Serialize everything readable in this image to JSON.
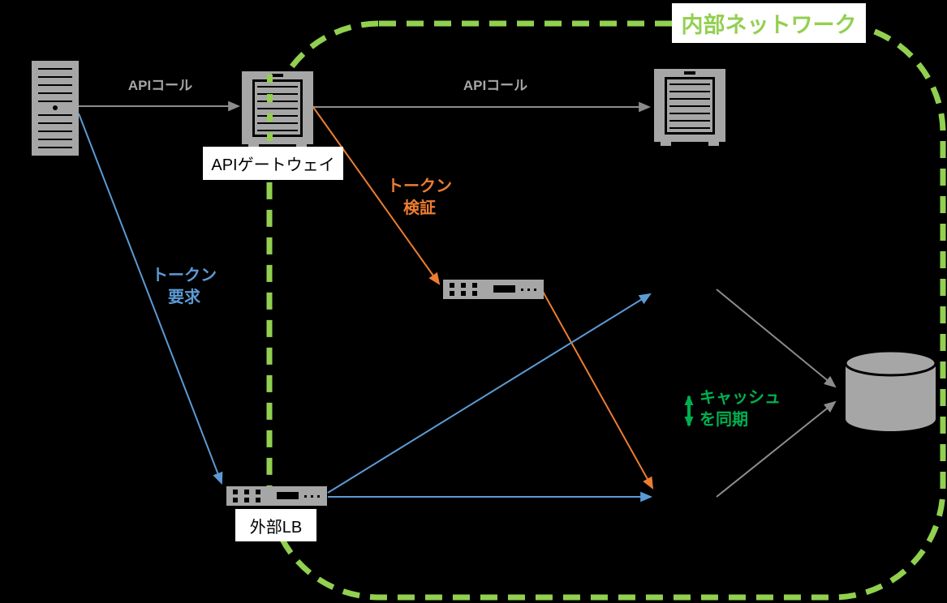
{
  "colors": {
    "background": "#000000",
    "boundary_green": "#92D050",
    "cache_green": "#00B050",
    "arrow_gray": "#8C8C8C",
    "icon_gray": "#A6A6A6",
    "orange": "#ED7D31",
    "blue": "#5B9BD5"
  },
  "boundary": {
    "label": "内部ネットワーク"
  },
  "nodes": {
    "client": {
      "icon": "tower-server-icon"
    },
    "api_gateway": {
      "icon": "rack-server-icon",
      "label": "APIゲートウェイ"
    },
    "internal_server": {
      "icon": "rack-server-icon"
    },
    "token_lb": {
      "icon": "load-balancer-icon"
    },
    "external_lb": {
      "icon": "load-balancer-icon",
      "label": "外部LB"
    },
    "database": {
      "icon": "database-cylinder-icon"
    }
  },
  "edges": {
    "api_call_client": {
      "label": "APIコール"
    },
    "api_call_internal": {
      "label": "APIコール"
    },
    "token_verify": {
      "line1": "トークン",
      "line2": "検証"
    },
    "token_request": {
      "line1": "トークン",
      "line2": "要求"
    },
    "cache_sync": {
      "line1": "キャッシュ",
      "line2": "を同期"
    }
  }
}
